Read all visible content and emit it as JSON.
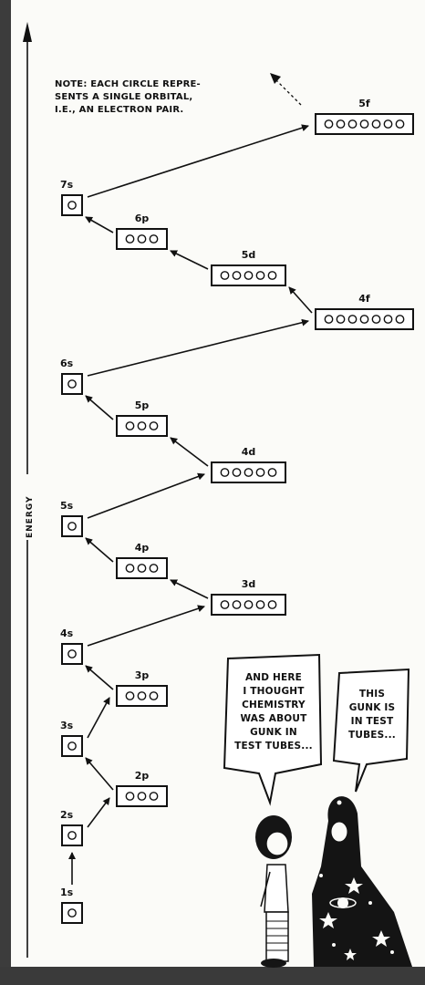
{
  "axis_label": "ENERGY",
  "note": [
    "NOTE: EACH CIRCLE REPRE-",
    "SENTS A SINGLE ORBITAL,",
    "I.E., AN ELECTRON PAIR."
  ],
  "orbitals": [
    {
      "name": "1s",
      "label": "1s",
      "circles": 1
    },
    {
      "name": "2s",
      "label": "2s",
      "circles": 1
    },
    {
      "name": "2p",
      "label": "2p",
      "circles": 3
    },
    {
      "name": "3s",
      "label": "3s",
      "circles": 1
    },
    {
      "name": "3p",
      "label": "3p",
      "circles": 3
    },
    {
      "name": "4s",
      "label": "4s",
      "circles": 1
    },
    {
      "name": "3d",
      "label": "3d",
      "circles": 5
    },
    {
      "name": "4p",
      "label": "4p",
      "circles": 3
    },
    {
      "name": "5s",
      "label": "5s",
      "circles": 1
    },
    {
      "name": "4d",
      "label": "4d",
      "circles": 5
    },
    {
      "name": "5p",
      "label": "5p",
      "circles": 3
    },
    {
      "name": "6s",
      "label": "6s",
      "circles": 1
    },
    {
      "name": "4f",
      "label": "4f",
      "circles": 7
    },
    {
      "name": "5d",
      "label": "5d",
      "circles": 5
    },
    {
      "name": "6p",
      "label": "6p",
      "circles": 3
    },
    {
      "name": "7s",
      "label": "7s",
      "circles": 1
    },
    {
      "name": "5f",
      "label": "5f",
      "circles": 7
    }
  ],
  "bubble_left": [
    "AND HERE",
    "I THOUGHT",
    "CHEMISTRY",
    "WAS ABOUT",
    "GUNK IN",
    "TEST TUBES..."
  ],
  "bubble_right": [
    "THIS",
    "GUNK IS",
    "IN TEST",
    "TUBES..."
  ]
}
